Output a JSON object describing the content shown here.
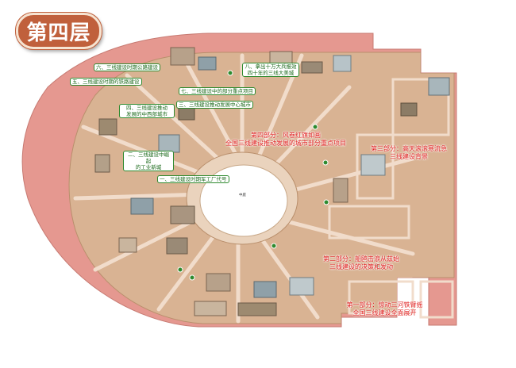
{
  "floor_label": "第四层",
  "colors": {
    "outer_ring": "#e59890",
    "floor": "#d9b393",
    "walls": "#f1dccb",
    "section_header_text": "#e02020",
    "exhibit_label_text": "#1d6b1d",
    "badge": "#c0603c"
  },
  "section_labels": {
    "part1": "第一部分：惊动三河铁臂摇\n全国三线建设全面展开",
    "part2": "第二部分：船鸥击浪从兹始\n三线建设的决策和发动",
    "part3": "第三部分：高天滚滚寒流急\n三线建设背景",
    "part4": "第四部分：风卷红旗如画\n全国三线建设推动发展的城市部分重点项目"
  },
  "exhibit_labels": {
    "item1": "一、三线建设时期军工厂代号",
    "item2": "二、三线建设中崛起\n的工业新城",
    "item3": "三、三线建设推动发展中心城市",
    "item4": "四、三线建设推动\n发展的中西部城市",
    "item5": "五、三线建设时期的铁路建设",
    "item6": "六、三线建设时期公路建设",
    "item7": "七、三线建设中的部分重点项目",
    "item8": "八、拿出十万大兵报效\n四十年的三线大美城"
  },
  "center_small_label": "中庭",
  "icons": [
    "stairs-icon",
    "elevator-icon",
    "exit-icon"
  ]
}
